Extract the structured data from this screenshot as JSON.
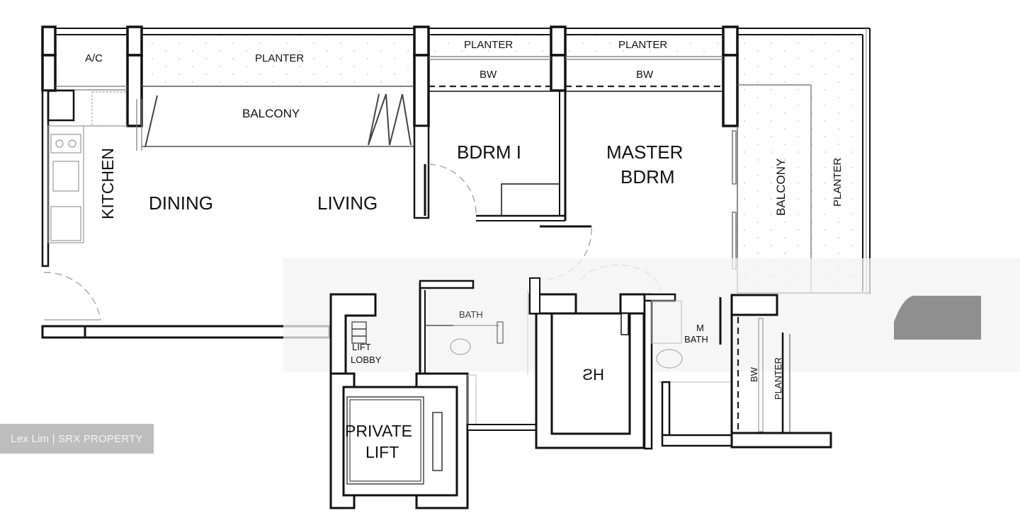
{
  "floor_plan": {
    "rooms": {
      "ac_ledge": "A/C",
      "planter_top_left": "PLANTER",
      "planter_top_mid": "PLANTER",
      "planter_top_right": "PLANTER",
      "bay_window_1": "BW",
      "bay_window_2": "BW",
      "balcony_main": "BALCONY",
      "kitchen": "KITCHEN",
      "dining": "DINING",
      "living": "LIVING",
      "bedroom_1": "BDRM I",
      "master_line1": "MASTER",
      "master_line2": "BDRM",
      "balcony_side": "BALCONY",
      "planter_side": "PLANTER",
      "lift_lobby_line1": "LIFT",
      "lift_lobby_line2": "LOBBY",
      "private_lift_line1": "PRIVATE",
      "private_lift_line2": "LIFT",
      "common_bath": "BATH",
      "household_shelter": "HS",
      "master_bath_line1": "M",
      "master_bath_line2": "BATH",
      "bay_window_side": "BW",
      "planter_bottom": "PLANTER"
    },
    "colors": {
      "wall": "#111111",
      "background": "#ffffff",
      "watermark_bg": "#bdbdbd",
      "watermark_text": "#f4f4f4"
    }
  },
  "watermark": {
    "text": "Lex Lim | SRX PROPERTY"
  }
}
